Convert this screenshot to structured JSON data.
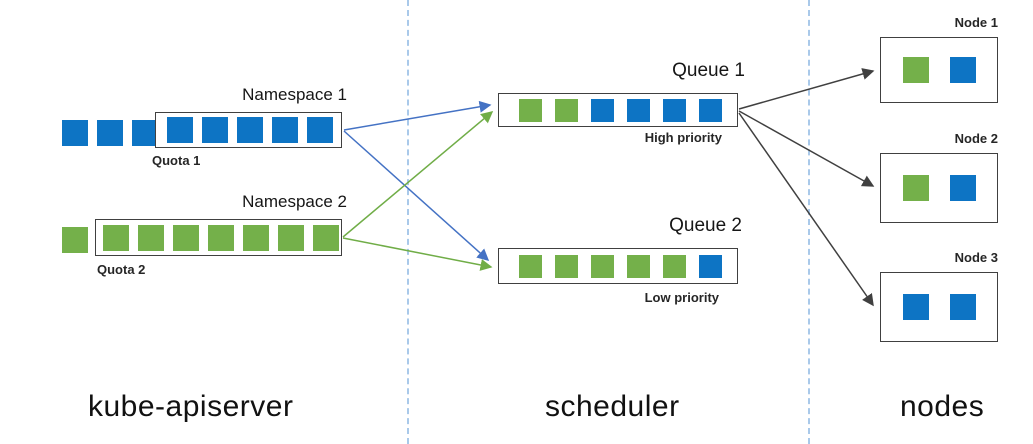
{
  "colors": {
    "pod_blue": "#0d74c4",
    "pod_green": "#74b04a",
    "arrow_blue": "#4472c4",
    "arrow_green": "#70ad47",
    "arrow_black": "#404040",
    "divider": "#a9c9ea",
    "box_border": "#404040"
  },
  "sections": {
    "apiserver_label": "kube-apiserver",
    "scheduler_label": "scheduler",
    "nodes_label": "nodes"
  },
  "namespaces": [
    {
      "label": "Namespace 1",
      "quota": "Quota 1",
      "outside_pods": [
        "blue",
        "blue",
        "blue"
      ],
      "inside_pods": [
        "blue",
        "blue",
        "blue",
        "blue",
        "blue"
      ]
    },
    {
      "label": "Namespace 2",
      "quota": "Quota 2",
      "outside_pods": [
        "green"
      ],
      "inside_pods": [
        "green",
        "green",
        "green",
        "green",
        "green",
        "green",
        "green"
      ]
    }
  ],
  "queues": [
    {
      "label": "Queue 1",
      "priority": "High priority",
      "pods": [
        "green",
        "green",
        "blue",
        "blue",
        "blue",
        "blue"
      ]
    },
    {
      "label": "Queue 2",
      "priority": "Low priority",
      "pods": [
        "green",
        "green",
        "green",
        "green",
        "green",
        "blue"
      ]
    }
  ],
  "nodes": [
    {
      "label": "Node 1",
      "pods": [
        "green",
        "blue"
      ]
    },
    {
      "label": "Node 2",
      "pods": [
        "green",
        "blue"
      ]
    },
    {
      "label": "Node 3",
      "pods": [
        "blue",
        "blue"
      ]
    }
  ],
  "edges": [
    {
      "from": "Namespace 1",
      "to": "Queue 1",
      "color": "blue"
    },
    {
      "from": "Namespace 1",
      "to": "Queue 2",
      "color": "blue"
    },
    {
      "from": "Namespace 2",
      "to": "Queue 1",
      "color": "green"
    },
    {
      "from": "Namespace 2",
      "to": "Queue 2",
      "color": "green"
    },
    {
      "from": "Queue 1",
      "to": "Node 1",
      "color": "black"
    },
    {
      "from": "Queue 1",
      "to": "Node 2",
      "color": "black"
    },
    {
      "from": "Queue 1",
      "to": "Node 3",
      "color": "black"
    }
  ]
}
